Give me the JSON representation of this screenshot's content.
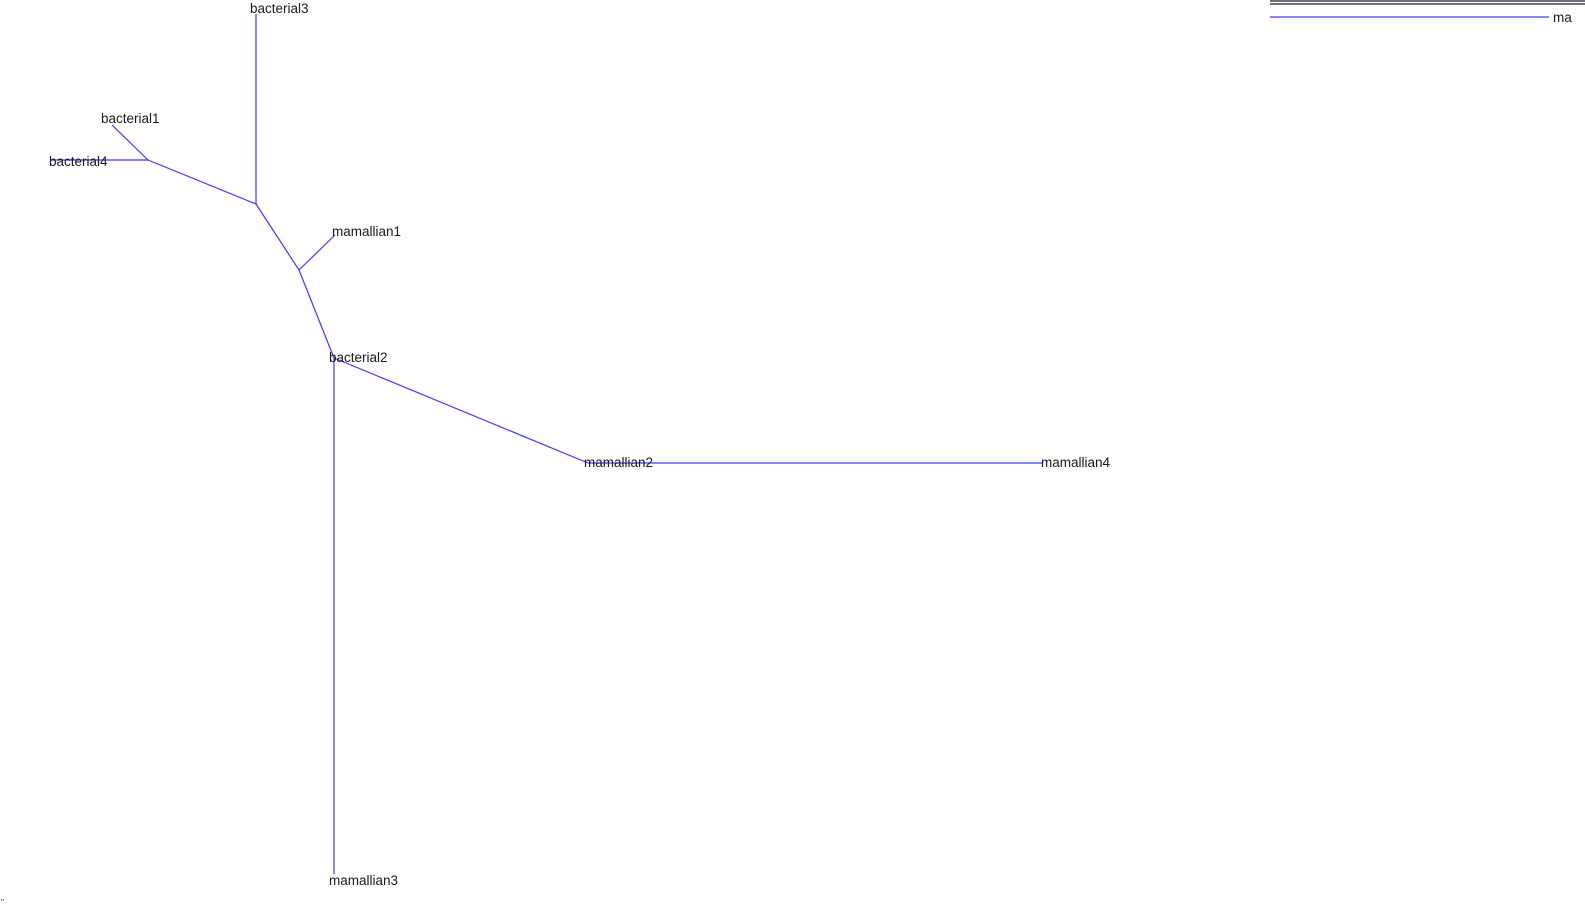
{
  "tree": {
    "leaves": {
      "bacterial1": "bacterial1",
      "bacterial2": "bacterial2",
      "bacterial3": "bacterial3",
      "bacterial4": "bacterial4",
      "mamallian1": "mamallian1",
      "mamallian2": "mamallian2",
      "mamallian3": "mamallian3",
      "mamallian4": "mamallian4"
    },
    "edge_color": "#3a3aff"
  },
  "legend": {
    "label": "ma"
  }
}
